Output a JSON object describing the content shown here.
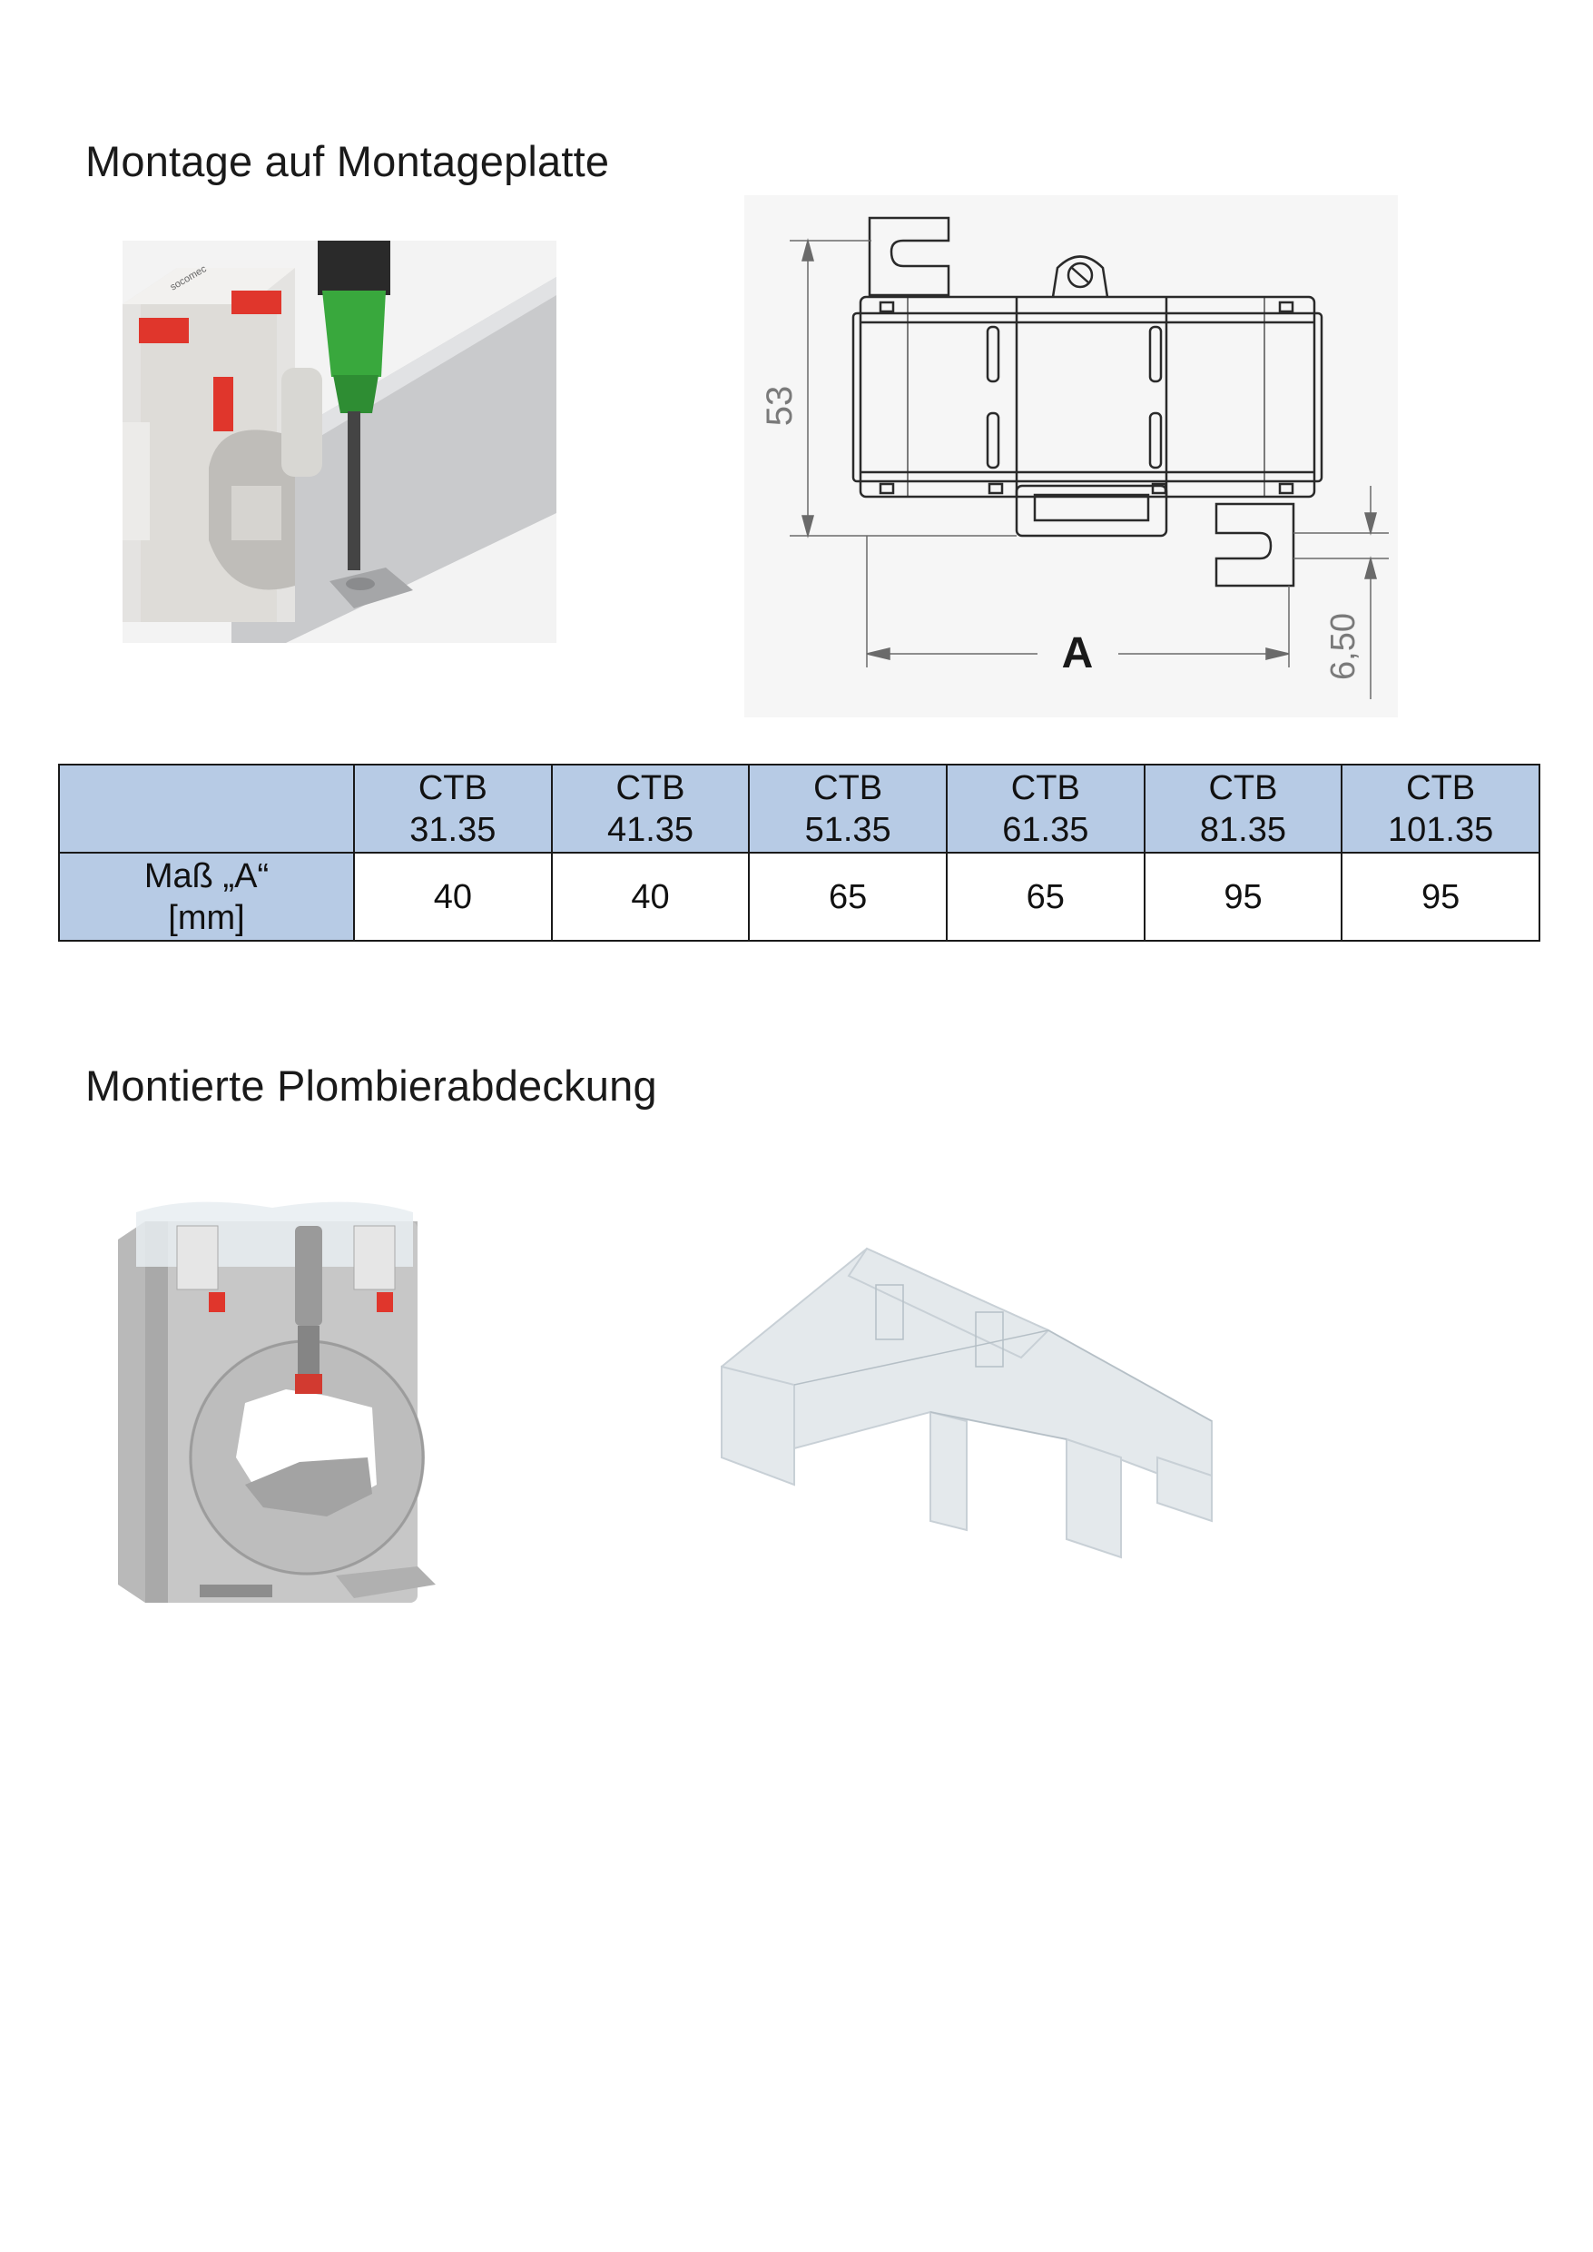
{
  "sections": {
    "mounting_title": "Montage auf Montageplatte",
    "seal_cover_title": "Montierte Plombierabdeckung"
  },
  "drawing": {
    "dim_height": "53",
    "dim_offset": "6,50",
    "dim_width_label": "A"
  },
  "table": {
    "row_header": {
      "line1": "Maß „A“",
      "line2": "[mm]"
    },
    "columns": [
      {
        "line1": "CTB",
        "line2": "31.35",
        "value": "40"
      },
      {
        "line1": "CTB",
        "line2": "41.35",
        "value": "40"
      },
      {
        "line1": "CTB",
        "line2": "51.35",
        "value": "65"
      },
      {
        "line1": "CTB",
        "line2": "61.35",
        "value": "65"
      },
      {
        "line1": "CTB",
        "line2": "81.35",
        "value": "95"
      },
      {
        "line1": "CTB",
        "line2": "101.35",
        "value": "95"
      }
    ]
  },
  "colors": {
    "table_header_fill": "#b7cbe5",
    "terminal_red": "#e0362c",
    "screwdriver_green": "#39a83d"
  }
}
